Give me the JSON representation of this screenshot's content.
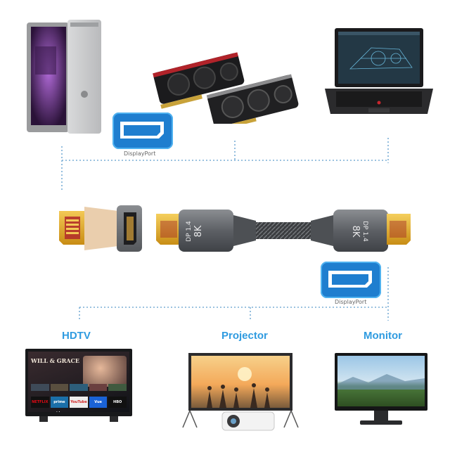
{
  "ports": {
    "source_port_label": "DisplayPort",
    "output_port_label": "DisplayPort"
  },
  "destinations": {
    "hdtv": "HDTV",
    "projector": "Projector",
    "monitor": "Monitor"
  },
  "cable": {
    "left_plug_text_1": "DP 1.4",
    "left_plug_text_2": "8K",
    "right_plug_text_1": "DP 1.4",
    "right_plug_text_2": "8K"
  },
  "tv_apps": [
    "NETFLIX",
    "prime video",
    "YouTube",
    "Vue",
    "HBO"
  ],
  "tv_show_title": "WILL & GRACE",
  "colors": {
    "accent": "#2f9be0",
    "badge_fill": "#1f7ecf",
    "dotted_line": "#7aaed6",
    "plug_gold": "#e8b02b",
    "housing_gray": "#6f7276"
  }
}
